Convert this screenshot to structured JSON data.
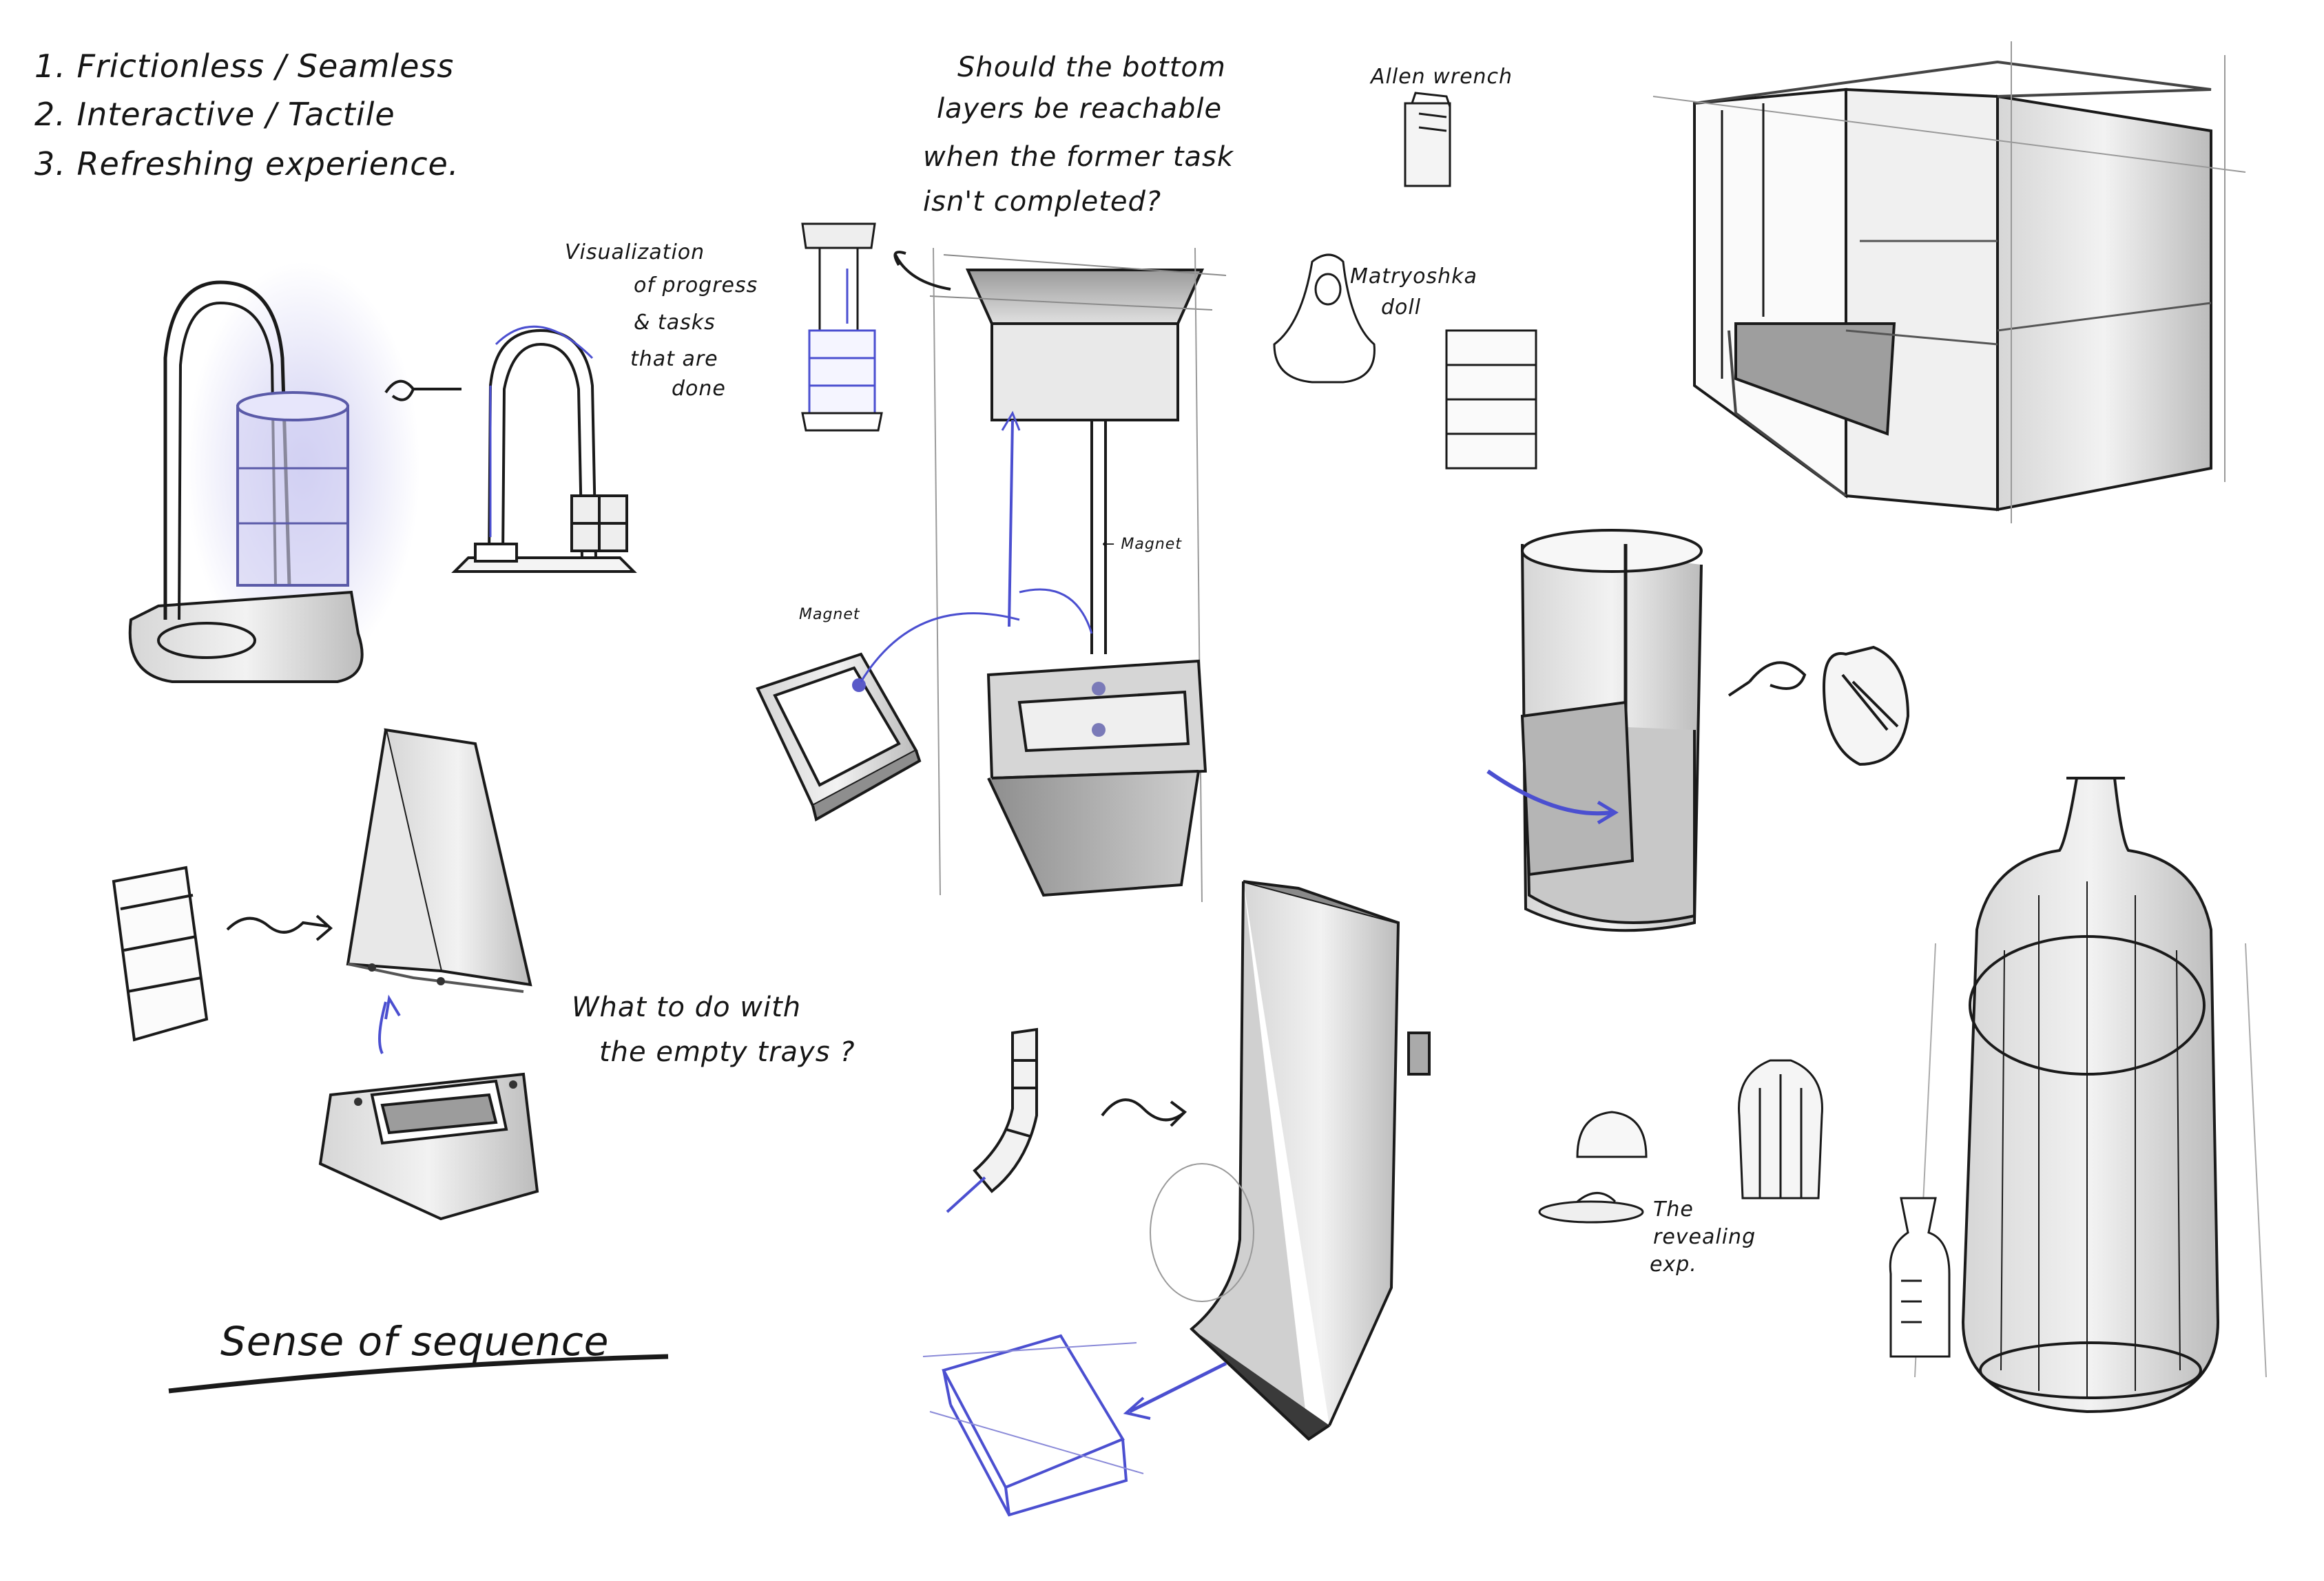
{
  "sheet": {
    "principles": [
      "1. Frictionless / Seamless",
      "2. Interactive / Tactile",
      "3. Refreshing experience."
    ],
    "question_bottom_layers": [
      "Should the bottom",
      "layers be reachable",
      "when the former task",
      "isn't completed?"
    ],
    "label_allen_wrench": "Allen wrench",
    "label_matryoshka": [
      "Matryoshka",
      "doll"
    ],
    "label_visualization": [
      "Visualization",
      "of progress",
      "& tasks",
      "that are",
      "done"
    ],
    "label_magnet_rod": "← Magnet",
    "label_magnet_tray": "Magnet",
    "question_empty_trays": [
      "What to do with",
      "the empty trays ?"
    ],
    "heading_sense_of_sequence": "Sense of sequence",
    "label_revealing": [
      "The",
      "revealing",
      "exp."
    ]
  },
  "colors": {
    "ink": "#1a1a1a",
    "accent_blue": "#4b4fd0",
    "shade_light": "#e6e6e6",
    "shade_mid": "#bdbdbd",
    "shade_dark": "#7a7a7a",
    "glow_lavender": "#c9c8f0"
  }
}
